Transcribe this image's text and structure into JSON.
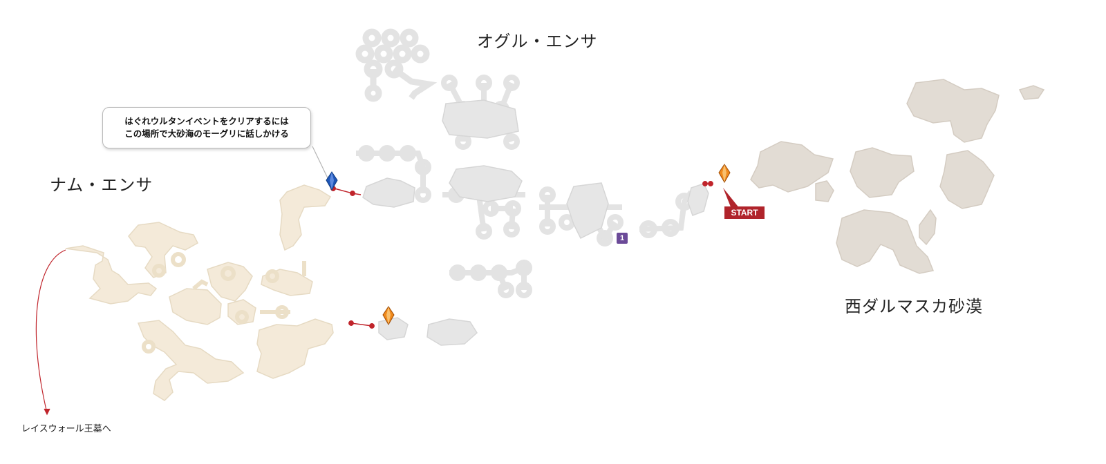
{
  "regions": {
    "ogul_ensa": "オグル・エンサ",
    "nam_ensa": "ナム・エンサ",
    "west_dalmasca": "西ダルマスカ砂漠"
  },
  "callout": {
    "line1": "はぐれウルタンイベントをクリアするには",
    "line2": "この場所で大砂海のモーグリに話しかける"
  },
  "start_label": "START",
  "sign_number": "1",
  "exit_label": "レイスウォール王墓へ",
  "colors": {
    "nam_ensa_rooms": "#f4ead9",
    "ogul_ensa_rooms": "#e6e6e6",
    "desert_rooms": "#e2dcd4",
    "route_red": "#c0242b",
    "crystal_blue": "#1e56b8",
    "crystal_orange": "#f08a1c",
    "start_badge": "#b0242b",
    "sign_purple": "#6b4a98"
  },
  "icons": [
    "save-crystal-blue-icon",
    "save-crystal-orange-icon",
    "route-dot-icon",
    "start-pointer-icon",
    "sign-icon"
  ]
}
